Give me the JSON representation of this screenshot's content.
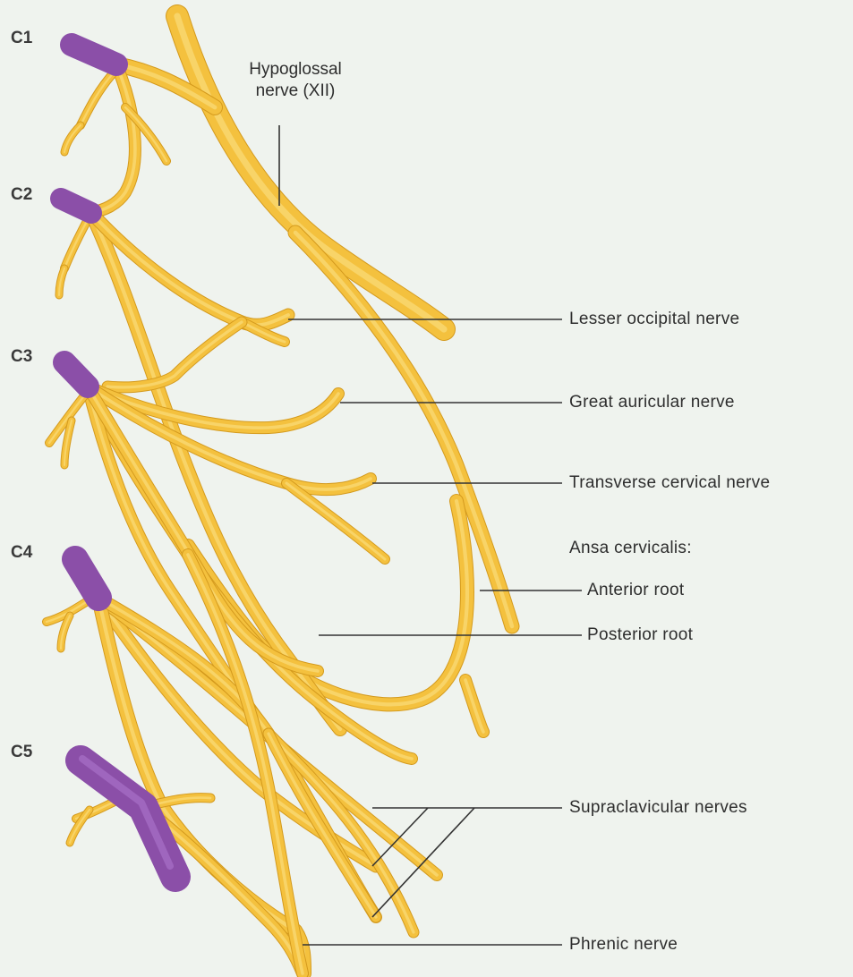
{
  "roots": [
    "C1",
    "C2",
    "C3",
    "C4",
    "C5"
  ],
  "hypoglossal": {
    "line1": "Hypoglossal",
    "line2": "nerve (XII)"
  },
  "labels": {
    "lesser_occipital": "Lesser occipital nerve",
    "great_auricular": "Great auricular nerve",
    "transverse_cervical": "Transverse cervical nerve",
    "ansa_cervicalis": "Ansa cervicalis:",
    "anterior_root": "Anterior root",
    "posterior_root": "Posterior root",
    "supraclavicular": "Supraclavicular nerves",
    "phrenic": "Phrenic nerve"
  },
  "colors": {
    "background": "#eff3ee",
    "nerve": "#f4c13e",
    "nerve_highlight": "#fadb7a",
    "nerve_shadow": "#d49a1d",
    "root": "#8b4fa8",
    "leader": "#333333"
  }
}
